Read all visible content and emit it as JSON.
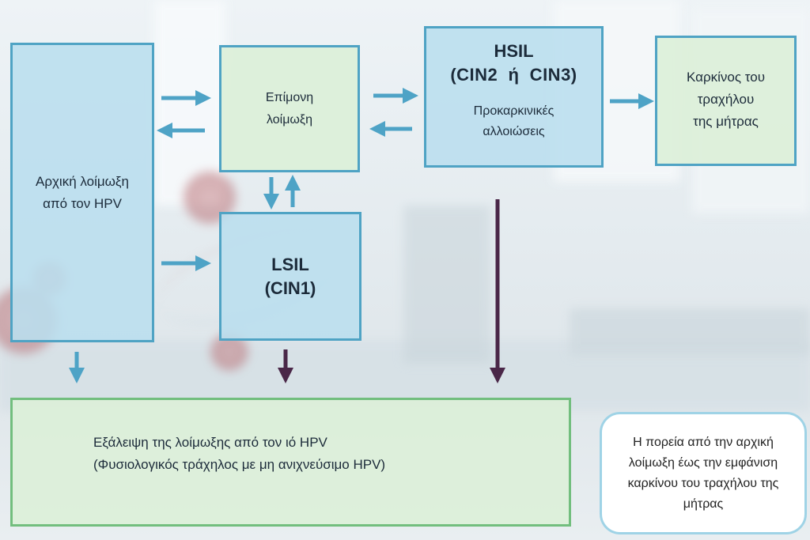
{
  "boxes": {
    "initial_infection": "Αρχική λοίμωξη\nαπό τον HPV",
    "persistent_infection": "Επίμονη\nλοίμωξη",
    "lsil_title": "LSIL",
    "lsil_subtitle": "(CIN1)",
    "hsil_title": "HSIL",
    "hsil_subtitle": "(CIN2  ή  CIN3)",
    "hsil_description": "Προκαρκινικές\nαλλοιώσεις",
    "cervical_cancer": "Καρκίνος του\nτραχήλου\nτης μήτρας",
    "clearance": "Εξάλειψη της λοίμωξης από τον ιό HPV\n(Φυσιολογικός τράχηλος με μη ανιχνεύσιμο HPV)"
  },
  "note": "Η πορεία από την αρχική λοίμωξη έως την εμφάνιση καρκίνου του τραχήλου της μήτρας",
  "colors": {
    "box_border_blue": "#4fa3c4",
    "box_border_green": "#72be7e",
    "arrow_blue": "#4ea3c6",
    "arrow_purple": "#4a2748"
  },
  "background": "blurred-laboratory-image"
}
